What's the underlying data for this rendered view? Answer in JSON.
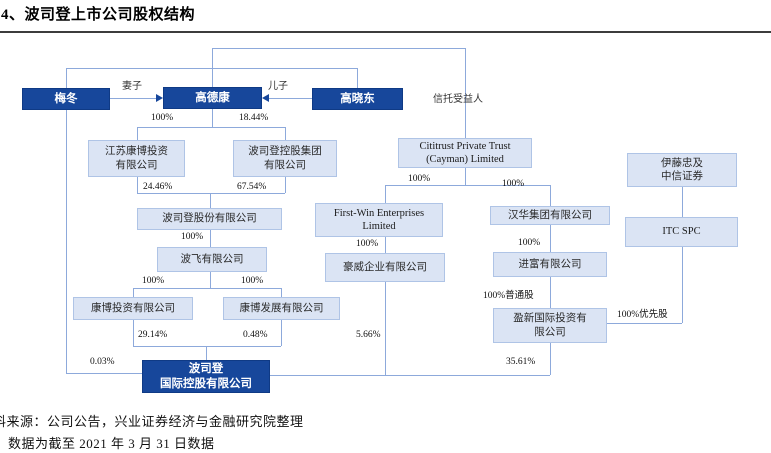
{
  "title": "4、波司登上市公司股权结构",
  "footer": {
    "source_line": "料来源：公司公告，兴业证券经济与金融研究院整理",
    "note_line": "数据为截至 2021 年 3 月 31 日数据"
  },
  "colors": {
    "primary_box": "#17479B",
    "light_box_fill": "#DBE4F4",
    "light_box_border": "#AFC4E6",
    "connector_line": "#8DA9DB",
    "title_rule": "#3C3C3C"
  },
  "diagram": {
    "nodes": [
      {
        "id": "mei-dong",
        "label": "梅冬",
        "style": "primary"
      },
      {
        "id": "gao-dekang",
        "label": "高德康",
        "style": "primary"
      },
      {
        "id": "gao-xiaodong",
        "label": "高晓东",
        "style": "primary"
      },
      {
        "id": "jiangsu-kangbo",
        "label": "江苏康博投资\n有限公司",
        "style": "light"
      },
      {
        "id": "bosideng-holding-group",
        "label": "波司登控股集团\n有限公司",
        "style": "light"
      },
      {
        "id": "bosideng-co",
        "label": "波司登股份有限公司",
        "style": "light"
      },
      {
        "id": "bofei",
        "label": "波飞有限公司",
        "style": "light"
      },
      {
        "id": "kangbo-investment",
        "label": "康博投资有限公司",
        "style": "light"
      },
      {
        "id": "kangbo-development",
        "label": "康博发展有限公司",
        "style": "light"
      },
      {
        "id": "first-win",
        "label": "First-Win Enterprises\nLimited",
        "style": "light en"
      },
      {
        "id": "haowei-enterprise",
        "label": "豪威企业有限公司",
        "style": "light"
      },
      {
        "id": "cititrust",
        "label": "Cititrust Private Trust\n(Cayman) Limited",
        "style": "light en"
      },
      {
        "id": "hanhua-group",
        "label": "汉华集团有限公司",
        "style": "light"
      },
      {
        "id": "jinfu",
        "label": "进富有限公司",
        "style": "light"
      },
      {
        "id": "yingxin-intl",
        "label": "盈新国际投资有\n限公司",
        "style": "light"
      },
      {
        "id": "itochu-citic",
        "label": "伊藤忠及\n中信证券",
        "style": "light"
      },
      {
        "id": "itc-spc",
        "label": "ITC SPC",
        "style": "light en"
      },
      {
        "id": "bosideng-intl-holdings",
        "label": "波司登\n国际控股有限公司",
        "style": "primary"
      }
    ],
    "edge_labels": [
      {
        "id": "wife",
        "text": "妻子",
        "kind": "rel"
      },
      {
        "id": "son",
        "text": "儿子",
        "kind": "rel"
      },
      {
        "id": "trust-beneficiary",
        "text": "信托受益人",
        "kind": "rel"
      },
      {
        "id": "pct-gaodekang-jiangsukangbo",
        "text": "100%",
        "kind": "pct"
      },
      {
        "id": "pct-gaodekang-bosidengholding",
        "text": "18.44%",
        "kind": "pct"
      },
      {
        "id": "pct-jiangsukangbo-bosidengco",
        "text": "24.46%",
        "kind": "pct"
      },
      {
        "id": "pct-bosidengholding-bosidengco",
        "text": "67.54%",
        "kind": "pct"
      },
      {
        "id": "pct-bosidengco-bofei",
        "text": "100%",
        "kind": "pct"
      },
      {
        "id": "pct-bofei-kangboinv",
        "text": "100%",
        "kind": "pct"
      },
      {
        "id": "pct-bofei-kangbodev",
        "text": "100%",
        "kind": "pct"
      },
      {
        "id": "pct-kangboinv-intl",
        "text": "29.14%",
        "kind": "pct"
      },
      {
        "id": "pct-kangbodev-intl",
        "text": "0.48%",
        "kind": "pct"
      },
      {
        "id": "pct-meidong-intl",
        "text": "0.03%",
        "kind": "pct"
      },
      {
        "id": "pct-haowei-intl",
        "text": "5.66%",
        "kind": "pct"
      },
      {
        "id": "pct-cititrust-firstwin",
        "text": "100%",
        "kind": "pct"
      },
      {
        "id": "pct-cititrust-hanhua",
        "text": "100%",
        "kind": "pct"
      },
      {
        "id": "pct-firstwin-haowei",
        "text": "100%",
        "kind": "pct"
      },
      {
        "id": "pct-hanhua-jinfu",
        "text": "100%",
        "kind": "pct"
      },
      {
        "id": "pct-jinfu-yingxin",
        "text": "100%普通股",
        "kind": "pct"
      },
      {
        "id": "pct-itcspc-yingxin",
        "text": "100%优先股",
        "kind": "pct"
      },
      {
        "id": "pct-yingxin-intl",
        "text": "35.61%",
        "kind": "pct"
      }
    ]
  }
}
